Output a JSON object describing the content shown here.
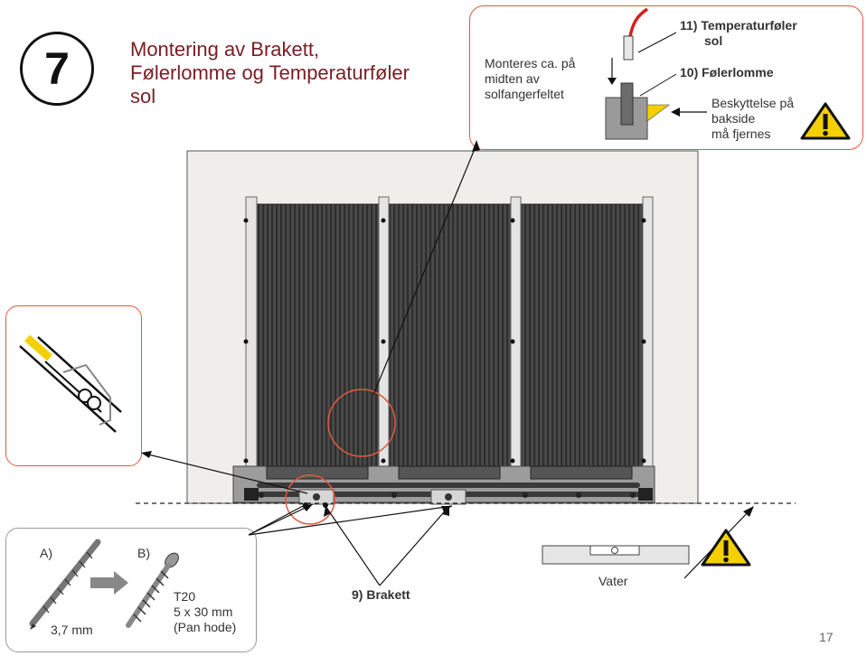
{
  "step_number": "7",
  "title_lines": [
    "Montering av Brakett,",
    "Følerlomme og Temperaturføler",
    "sol"
  ],
  "mount_note_lines": [
    "Monteres ca. på",
    "midten av",
    "solfangerfeltet"
  ],
  "label_11_lines": [
    "11) Temperaturføler",
    "sol"
  ],
  "label_10": "10) Følerlomme",
  "protection_lines": [
    "Beskyttelse på",
    "bakside",
    "må fjernes"
  ],
  "tool_a_label": "A)",
  "tool_b_label": "B)",
  "drill_size": "3,7 mm",
  "screw_spec_lines": [
    "T20",
    "5 x 30 mm",
    "(Pan hode)"
  ],
  "bracket_label": "9) Brakett",
  "level_label": "Vater",
  "page_number": "17",
  "colors": {
    "title": "#7a1d24",
    "callout_border": "#e05a3c",
    "warning_yellow": "#f5d000",
    "panel_bg": "#efeeea",
    "sensor_cable": "#d42020"
  },
  "icons": [
    "warning-icon",
    "drill-bit-icon",
    "screw-icon",
    "arrow-right-icon",
    "spirit-level-icon"
  ]
}
